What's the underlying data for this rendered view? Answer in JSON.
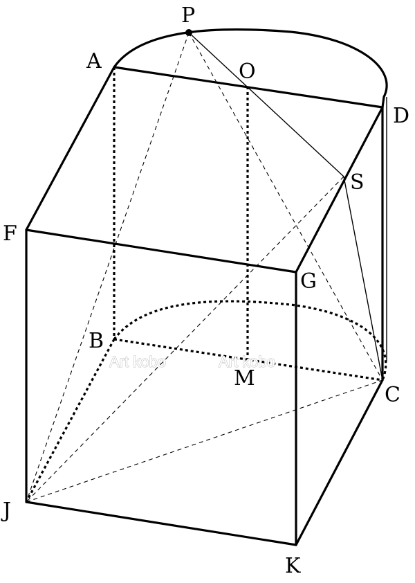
{
  "diagram": {
    "labels": {
      "P": "P",
      "A": "A",
      "O": "O",
      "D": "D",
      "S": "S",
      "F": "F",
      "G": "G",
      "B": "B",
      "M": "M",
      "C": "C",
      "J": "J",
      "K": "K"
    },
    "watermark": [
      "Art kobo",
      "Art kobo"
    ]
  }
}
